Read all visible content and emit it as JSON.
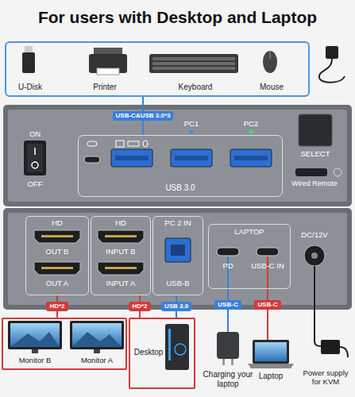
{
  "diagram": {
    "title": "For users with Desktop and Laptop",
    "nodes": [
      {
        "text": [
          "U-Disk",
          "Printer",
          "Keyboard",
          "Mouse"
        ]
      },
      {
        "text": [
          "USB 3.0"
        ]
      },
      {
        "text": [
          "SELECT"
        ]
      },
      {
        "text": [
          "HD",
          "OUT B",
          "OUT A"
        ]
      },
      {
        "text": [
          "HD",
          "INPUT B",
          "INPUT A"
        ]
      },
      {
        "text": [
          "PC 2 IN",
          "USB-B"
        ]
      },
      {
        "text": [
          "LAPTOP",
          "PD",
          "USB-C IN"
        ]
      },
      {
        "text": [
          "Monitor B",
          "Monitor A"
        ]
      },
      {
        "text": [
          "Desktop"
        ]
      }
    ],
    "edges": [
      {
        "from": 0,
        "to": 1,
        "arrow": "none",
        "label": "USB-C&USB 3.0*3"
      },
      {
        "from": 7,
        "to": 3,
        "arrow": "none",
        "label": "HD*2"
      },
      {
        "from": 8,
        "to": 4,
        "arrow": "none",
        "label": "HD*2"
      },
      {
        "from": 8,
        "to": 5,
        "arrow": "none",
        "label": "USB 3.0"
      }
    ],
    "labels": [
      "ON",
      "OFF",
      "PC1",
      "PC2",
      "Wired Remote",
      "DC/12V",
      "USB-C",
      "USB-C",
      "Charging your laptop",
      "Laptop",
      "Power supply for KVM"
    ]
  }
}
